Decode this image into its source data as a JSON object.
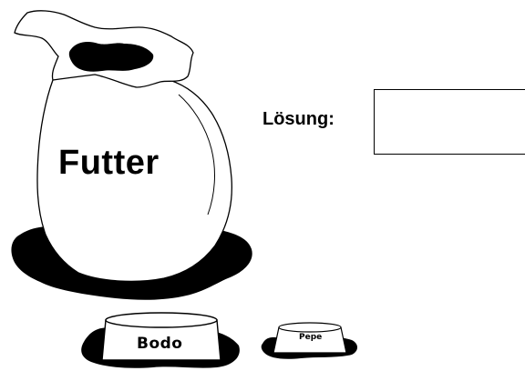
{
  "scene": {
    "bag_label": "Futter",
    "solution_label": "Lösung:",
    "answer_value": "",
    "bowls": [
      {
        "label": "Bodo"
      },
      {
        "label": "Pepe"
      }
    ]
  }
}
